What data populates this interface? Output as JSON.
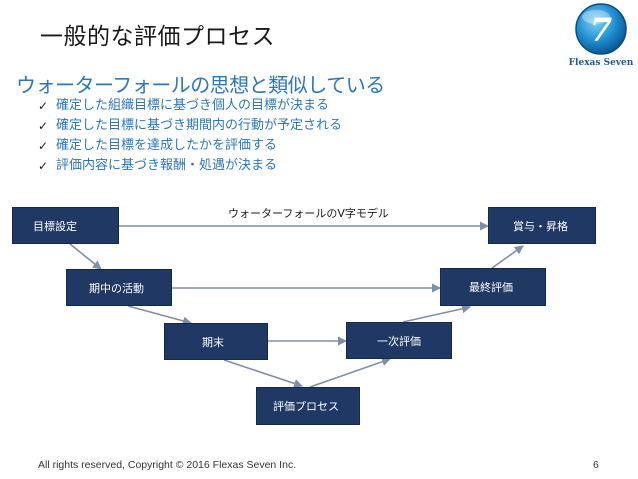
{
  "slide": {
    "title": "一般的な評価プロセス",
    "subtitle": "ウォーターフォールの思想と類似している",
    "bullets": [
      "確定した組織目標に基づき個人の目標が決まる",
      "確定した目標に基づき期間内の行動が予定される",
      "確定した目標を達成したかを評価する",
      "評価内容に基づき報酬・処遇が決まる"
    ],
    "check_glyph": "✓"
  },
  "logo": {
    "text": "Flexas Seven",
    "glyph": "7"
  },
  "diagram": {
    "title": "ウォーターフォールのV字モデル",
    "nodes": {
      "goal_setting": "目標設定",
      "mid_activity": "期中の活動",
      "period_end": "期末",
      "eval_process": "評価プロセス",
      "first_eval": "一次評価",
      "final_eval": "最終評価",
      "reward": "賞与・昇格"
    }
  },
  "footer": {
    "copyright": "All rights reserved, Copyright © 2016 Flexas Seven Inc.",
    "page_number": "6"
  },
  "colors": {
    "box_fill": "#1f3864",
    "subtitle": "#2e76b6",
    "arrow": "#7f8fa6"
  }
}
